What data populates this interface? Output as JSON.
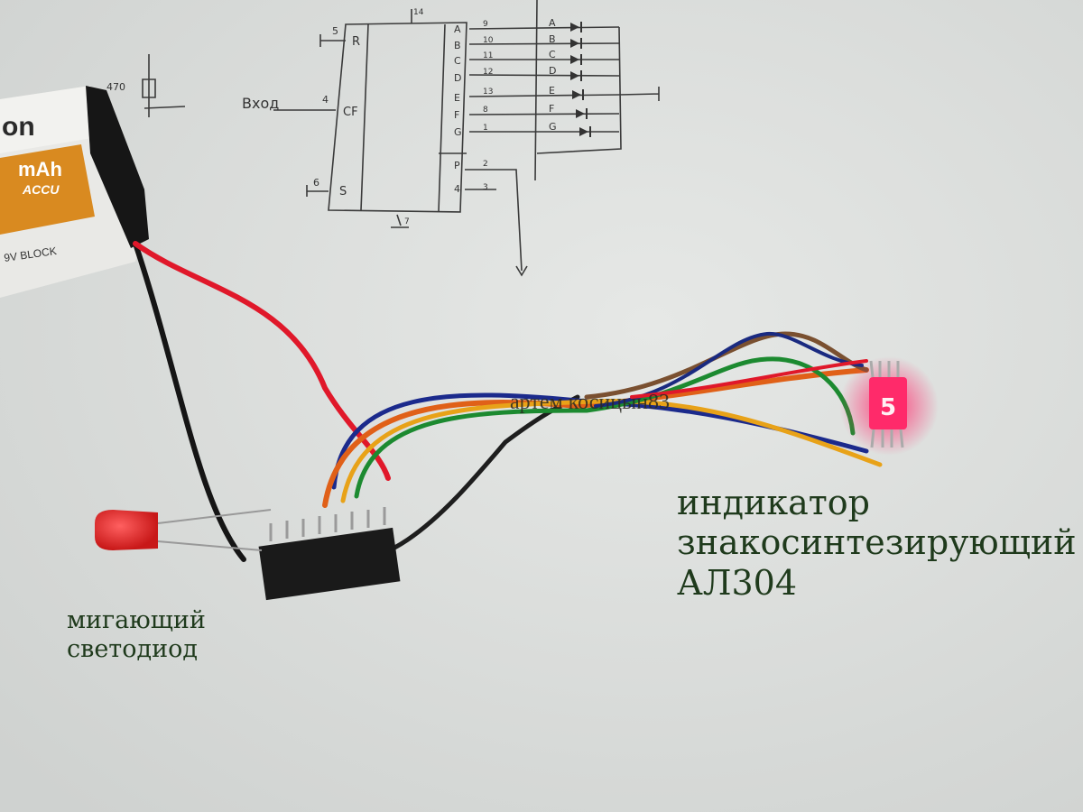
{
  "captions": {
    "indicator": [
      "индикатор",
      "знакосинтезирующий",
      "АЛ304"
    ],
    "led": [
      "мигающий",
      "светодиод"
    ],
    "watermark": "артем косицын83"
  },
  "battery": {
    "brand": "on",
    "capacity": "mAh",
    "type": "ACCU",
    "block": "9V BLOCK"
  },
  "schematic": {
    "left_pins": [
      "R",
      "CF",
      "S"
    ],
    "left_pin_numbers": [
      "5",
      "4",
      "6"
    ],
    "input_label": "Вход",
    "resistor": "470",
    "right_pins": [
      "A",
      "B",
      "C",
      "D",
      "E",
      "F",
      "G",
      "P",
      "4"
    ],
    "right_pin_numbers": [
      "9",
      "10",
      "11",
      "12",
      "13",
      "8",
      "1",
      "2",
      "3"
    ],
    "segments": [
      "A",
      "B",
      "C",
      "D",
      "E",
      "F",
      "G"
    ],
    "top_pin": "14",
    "bottom_pin": "7"
  },
  "display_digit": "5"
}
